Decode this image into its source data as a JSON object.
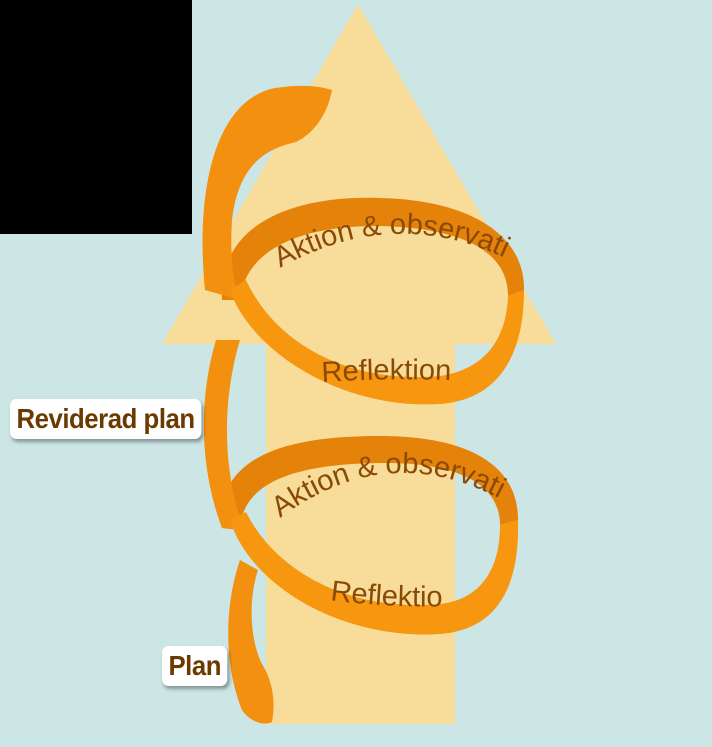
{
  "diagram": {
    "labels": {
      "revised_plan": "Reviderad plan",
      "plan": "Plan"
    },
    "cycles": [
      {
        "action": "Aktion & observation",
        "reflection": "Reflektion"
      },
      {
        "action": "Aktion & observation",
        "reflection": "Reflektion"
      }
    ]
  },
  "colors": {
    "background": "#cce5e5",
    "arrow": "#f7dc9a",
    "ribbon_front": "#f7960f",
    "ribbon_back": "#e8870a",
    "text": "#8a4a05",
    "label_text": "#6b3a00",
    "corner_block": "#000000"
  }
}
